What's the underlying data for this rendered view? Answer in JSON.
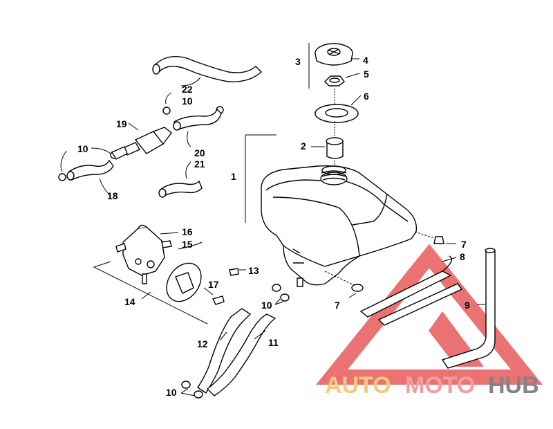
{
  "diagram": {
    "labels": {
      "l1": "1",
      "l2": "2",
      "l3": "3",
      "l4": "4",
      "l5": "5",
      "l6": "6",
      "l7a": "7",
      "l7b": "7",
      "l8": "8",
      "l9": "9",
      "l10a": "10",
      "l10b": "10",
      "l10c": "10",
      "l10d": "10",
      "l11": "11",
      "l12": "12",
      "l13": "13",
      "l14": "14",
      "l15": "15",
      "l16": "16",
      "l17": "17",
      "l18": "18",
      "l19": "19",
      "l20": "20",
      "l21": "21",
      "l22": "22"
    }
  },
  "watermark": {
    "brand_part1": "AUTO",
    "brand_part2": "MOTO",
    "brand_part3": "HUB",
    "colors": {
      "auto": "#f2c26b",
      "moto": "#ee8f8f",
      "hub": "#6e6e6e",
      "triangle": "#e85a5a"
    }
  }
}
